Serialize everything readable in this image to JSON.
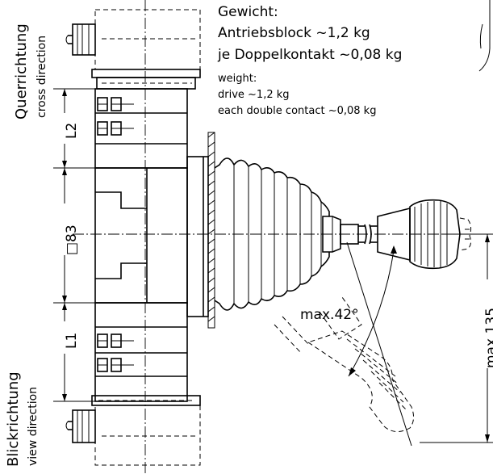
{
  "notes": {
    "de_title": "Gewicht:",
    "de_drive": "Antriebsblock  ~1,2  kg",
    "de_contact": "je Doppelkontakt  ~0,08  kg",
    "en_title": "weight:",
    "en_drive": "drive  ~1,2  kg",
    "en_contact": "each double contact  ~0,08  kg"
  },
  "side_labels": {
    "cross_de": "Querrichtung",
    "cross_en": "cross direction",
    "view_de": "Blickrichtung",
    "view_en": "view direction"
  },
  "dimensions": {
    "l2": "L2",
    "square": "□83",
    "l1": "L1",
    "angle": "max.42°",
    "height": "max.135"
  }
}
